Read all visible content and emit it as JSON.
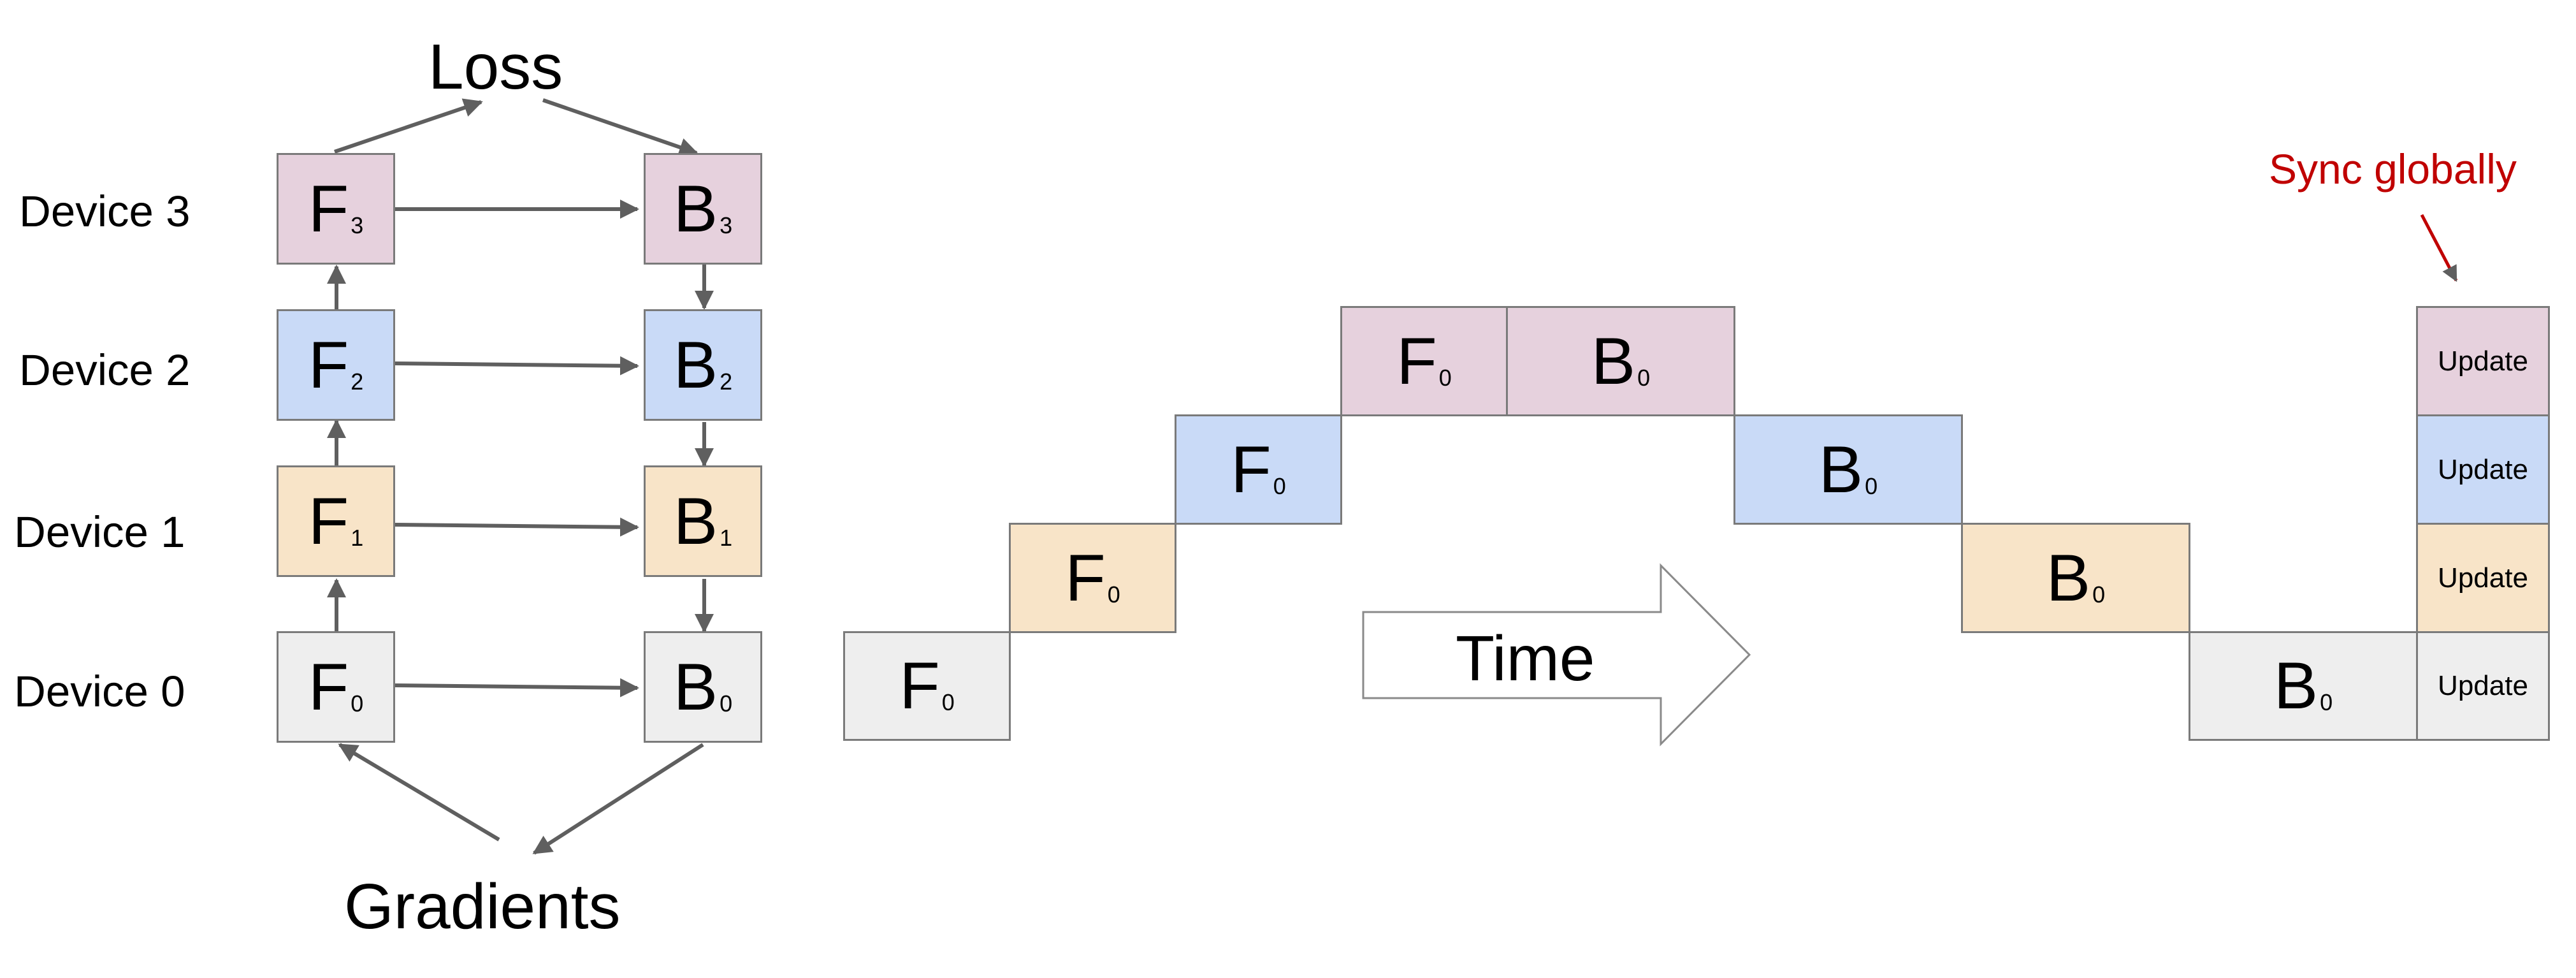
{
  "colors": {
    "device_3": "#e6d1dd",
    "device_2": "#c9daf7",
    "device_1": "#f8e4c8",
    "device_0": "#eeeeee",
    "box_border": "#7a7a7a",
    "arrow": "#5f5f5f",
    "sync_text": "#c00000"
  },
  "left_diagram": {
    "loss_label": "Loss",
    "gradients_label": "Gradients",
    "devices": [
      {
        "label": "Device 3",
        "forward": {
          "op": "F",
          "index": "3"
        },
        "backward": {
          "op": "B",
          "index": "3"
        }
      },
      {
        "label": "Device 2",
        "forward": {
          "op": "F",
          "index": "2"
        },
        "backward": {
          "op": "B",
          "index": "2"
        }
      },
      {
        "label": "Device 1",
        "forward": {
          "op": "F",
          "index": "1"
        },
        "backward": {
          "op": "B",
          "index": "1"
        }
      },
      {
        "label": "Device 0",
        "forward": {
          "op": "F",
          "index": "0"
        },
        "backward": {
          "op": "B",
          "index": "0"
        }
      }
    ]
  },
  "timeline": {
    "time_label": "Time",
    "sync_label": "Sync globally",
    "update_label": "Update",
    "forward": [
      {
        "op": "F",
        "index": "0"
      },
      {
        "op": "F",
        "index": "0"
      },
      {
        "op": "F",
        "index": "0"
      },
      {
        "op": "F",
        "index": "0"
      }
    ],
    "backward": [
      {
        "op": "B",
        "index": "0"
      },
      {
        "op": "B",
        "index": "0"
      },
      {
        "op": "B",
        "index": "0"
      },
      {
        "op": "B",
        "index": "0"
      }
    ]
  }
}
